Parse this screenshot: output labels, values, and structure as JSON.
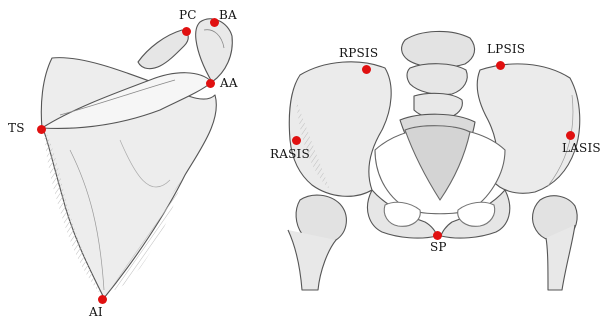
{
  "landmarks": {
    "scapula": [
      {
        "id": "pc",
        "label": "PC"
      },
      {
        "id": "ba",
        "label": "BA"
      },
      {
        "id": "aa",
        "label": "AA"
      },
      {
        "id": "ts",
        "label": "TS"
      },
      {
        "id": "ai",
        "label": "AI"
      }
    ],
    "pelvis": [
      {
        "id": "rpsis",
        "label": "RPSIS"
      },
      {
        "id": "lpsis",
        "label": "LPSIS"
      },
      {
        "id": "rasis",
        "label": "RASIS"
      },
      {
        "id": "lasis",
        "label": "LASIS"
      },
      {
        "id": "sp",
        "label": "SP"
      }
    ]
  },
  "colors": {
    "marker": "#e01010",
    "bone_fill": "#ececec",
    "bone_stroke": "#555555"
  }
}
